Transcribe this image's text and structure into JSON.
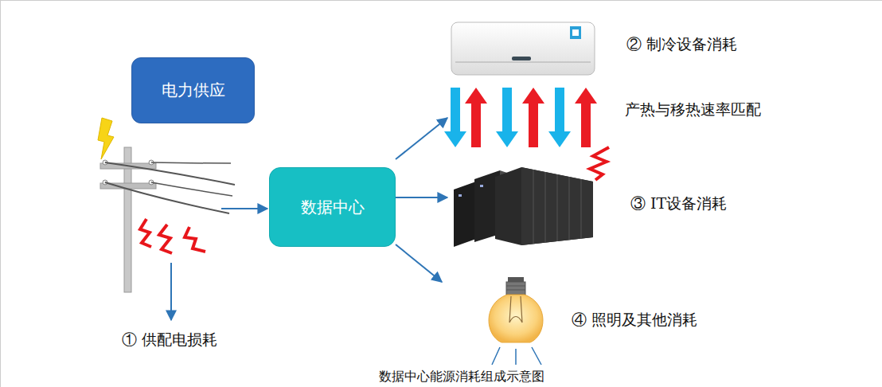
{
  "diagram": {
    "caption": "数据中心能源消耗组成示意图",
    "nodes": [
      {
        "text": [
          "电力供应"
        ]
      },
      {
        "text": [
          "数据中心"
        ]
      }
    ],
    "labels": [
      "② 制冷设备消耗",
      "产热与移热速率匹配",
      "③ IT设备消耗",
      "④ 照明及其他消耗",
      "① 供配电损耗"
    ]
  }
}
